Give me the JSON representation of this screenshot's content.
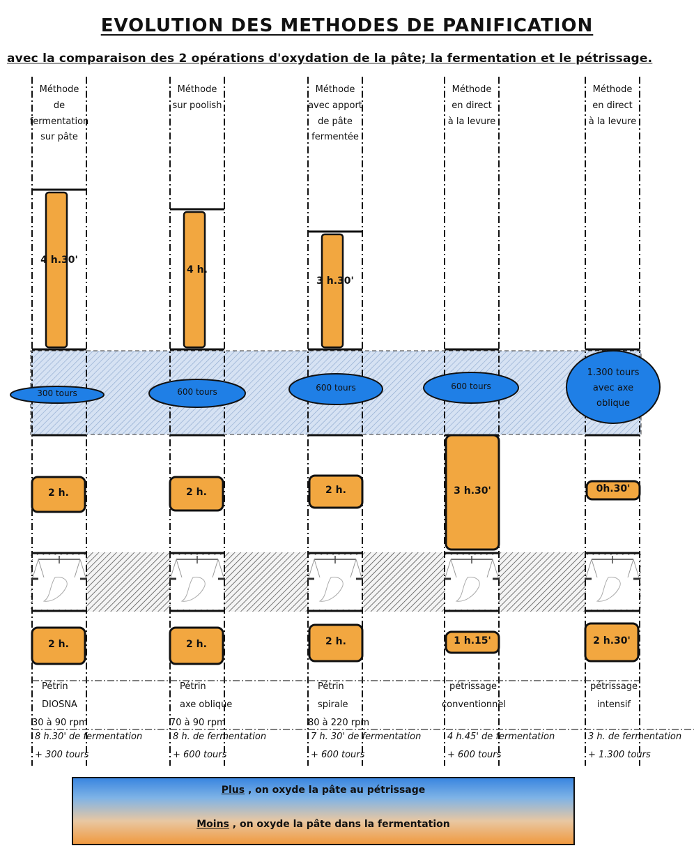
{
  "title": "EVOLUTION DES METHODES DE PANIFICATION",
  "subtitle": "avec la comparaison des 2 opérations d'oxydation de la pâte; la fermentation et le pétrissage.",
  "columns": [
    {
      "header": [
        "Méthode",
        "de",
        "fermentation",
        "sur pâte"
      ],
      "first_fermentation": "4 h.30'",
      "kneading_turns": "300 tours",
      "second_fermentation": "2 h.",
      "final_proof": "2 h.",
      "mixer": [
        "Pétrin",
        "DIOSNA",
        "30 à 90 rpm"
      ],
      "summary": [
        "8 h.30' de fermentation",
        "+ 300 tours"
      ]
    },
    {
      "header": [
        "Méthode",
        "sur poolish"
      ],
      "first_fermentation": "4 h.",
      "kneading_turns": "600 tours",
      "second_fermentation": "2 h.",
      "final_proof": "2 h.",
      "mixer": [
        "Pétrin",
        "axe oblique",
        "70 à 90 rpm"
      ],
      "summary": [
        "8 h. de fermentation",
        "+ 600 tours"
      ]
    },
    {
      "header": [
        "Méthode",
        "avec apport",
        "de pâte fermentée"
      ],
      "first_fermentation": "3 h.30'",
      "kneading_turns": "600 tours",
      "second_fermentation": "2 h.",
      "final_proof": "2 h.",
      "mixer": [
        "Pétrin",
        "spirale",
        "80 à 220 rpm"
      ],
      "summary": [
        "7 h. 30' de fermentation",
        "+ 600 tours"
      ]
    },
    {
      "header": [
        "Méthode",
        "en direct",
        "à la levure"
      ],
      "first_fermentation": "",
      "kneading_turns": "600 tours",
      "second_fermentation": "3 h.30'",
      "final_proof": "1 h.15'",
      "mixer": [
        "pétrissage",
        "conventionnel"
      ],
      "summary": [
        "4 h.45' de fermentation",
        "+ 600 tours"
      ]
    },
    {
      "header": [
        "Méthode",
        "en direct",
        "à la levure"
      ],
      "first_fermentation": "",
      "kneading_turns": [
        "1.300 tours",
        "avec axe",
        "oblique"
      ],
      "second_fermentation": "0h.30'",
      "final_proof": "2 h.30'",
      "mixer": [
        "pétrissage",
        "intensif"
      ],
      "summary": [
        "3 h. de fermentation",
        "+ 1.300 tours"
      ]
    }
  ],
  "legend": {
    "plus_word": "Plus",
    "plus_text": " , on oxyde la pâte au pétrissage",
    "moins_word": "Moins",
    "moins_text": " , on oxyde la pâte dans la fermentation"
  },
  "colors": {
    "orange": "#f2a740",
    "blue": "#1f7fe6",
    "band_blue": "#c9d8ef",
    "outline": "#111111"
  },
  "icons": [
    "balance-scale-icon"
  ]
}
